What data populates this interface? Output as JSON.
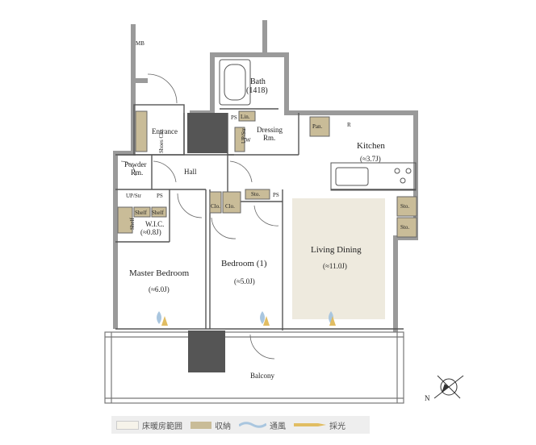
{
  "rooms": {
    "mb": "MB",
    "bath": "Bath",
    "bath_size": "(1418)",
    "lin": "Lin.",
    "dressing_1": "Dressing",
    "dressing_2": "Rm.",
    "upstr": "UP/Str",
    "w": "W",
    "pan": "Pan.",
    "r": "R",
    "kitchen": "Kitchen",
    "kitchen_size": "(≈3.7J)",
    "shoes": "Shoes Clo.",
    "entrance": "Entrance",
    "powder_1": "Powder",
    "powder_2": "Rm.",
    "hall": "Hall",
    "up_str": "UP/Str",
    "ps1": "PS",
    "ps2": "PS",
    "ps3": "PS",
    "sto1": "Sto.",
    "sto2": "Sto.",
    "sto3": "Sto.",
    "clo1": "Clo.",
    "clo2": "Clo.",
    "shelf1": "Shelf",
    "shelf2": "Shelf",
    "shelf3": "Shelf",
    "wic": "W.I.C.",
    "wic_size": "(≈0.8J)",
    "master": "Master Bedroom",
    "master_size": "(≈6.0J)",
    "bedroom": "Bedroom (1)",
    "bedroom_size": "(≈5.0J)",
    "living": "Living Dining",
    "living_size": "(≈11.0J)",
    "balcony": "Balcony",
    "compass": "N"
  },
  "legend": {
    "floor_heating": "床暖房範囲",
    "storage": "収納",
    "ventilation": "通風",
    "daylight": "採光"
  },
  "colors": {
    "wall": "#9a9a9a",
    "floor_heating": "#eeeade",
    "storage": "#c9bc98",
    "ventilation": "#a9c6df",
    "daylight": "#e1bd62"
  }
}
